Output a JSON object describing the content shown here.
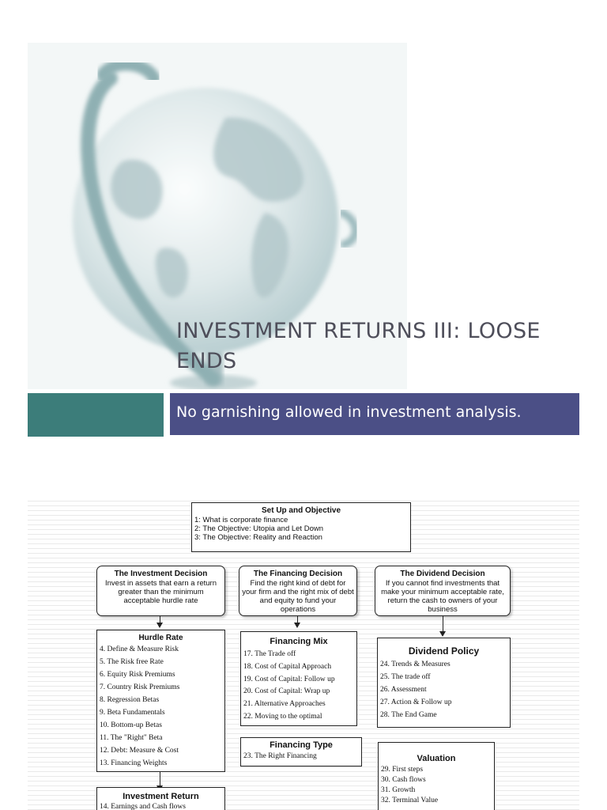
{
  "slide1": {
    "title": "INVESTMENT RETURNS III: LOOSE ENDS",
    "subtitle": "No garnishing allowed in investment analysis.",
    "colors": {
      "teal": "#3c7d7a",
      "purple": "#4b4f86",
      "title_text": "#4e4e5a"
    },
    "image": "globe-image"
  },
  "slide2": {
    "setup": {
      "title": "Set Up and Objective",
      "items": [
        "1: What is corporate finance",
        "2: The Objective: Utopia and Let Down",
        "3: The Objective: Reality and Reaction"
      ]
    },
    "investment_decision": {
      "title": "The Investment Decision",
      "desc": "Invest in assets that earn a return greater than the minimum acceptable hurdle rate"
    },
    "financing_decision": {
      "title": "The Financing Decision",
      "desc": "Find the right kind of debt for your firm and the right mix of debt and equity to fund your operations"
    },
    "dividend_decision": {
      "title": "The Dividend Decision",
      "desc": "If you cannot find investments that make your minimum acceptable rate, return the cash to owners of your business"
    },
    "hurdle_rate": {
      "title": "Hurdle Rate",
      "items": [
        "4. Define & Measure Risk",
        "5. The Risk free Rate",
        "6. Equity Risk Premiums",
        "7. Country Risk Premiums",
        "8. Regression Betas",
        "9. Beta Fundamentals",
        "10. Bottom-up Betas",
        "11. The \"Right\" Beta",
        "12. Debt: Measure & Cost",
        "13. Financing Weights"
      ]
    },
    "financing_mix": {
      "title": "Financing Mix",
      "items": [
        "17. The Trade off",
        "18. Cost of Capital Approach",
        "19. Cost of Capital: Follow up",
        "20. Cost of Capital: Wrap up",
        "21. Alternative Approaches",
        "22. Moving to the optimal"
      ]
    },
    "financing_type": {
      "title": "Financing Type",
      "items": [
        "23. The Right Financing"
      ]
    },
    "dividend_policy": {
      "title": "Dividend Policy",
      "items": [
        "24. Trends & Measures",
        "25. The trade off",
        "26. Assessment",
        "27. Action & Follow up",
        "28. The End Game"
      ]
    },
    "valuation": {
      "title": "Valuation",
      "items": [
        "29. First steps",
        "30. Cash flows",
        "31. Growth",
        "32. Terminal Value"
      ]
    },
    "investment_return": {
      "title": "Investment Return",
      "items": [
        "14. Earnings and Cash flows"
      ]
    }
  }
}
